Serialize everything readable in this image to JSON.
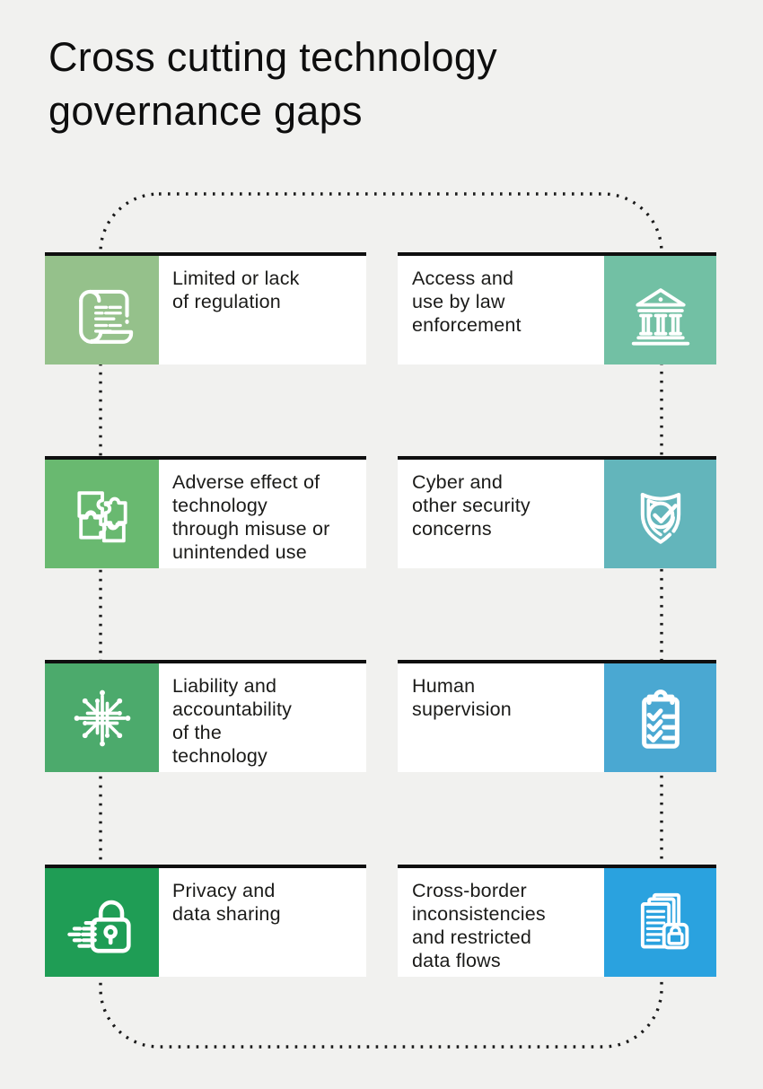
{
  "title": "Cross cutting technology\ngovernance gaps",
  "colors": {
    "background": "#f1f1ef",
    "box_background": "#ffffff",
    "box_top_border": "#0f0f0f",
    "text": "#1b1b19",
    "dotted_line": "#1a1a1a"
  },
  "boxes": [
    {
      "label": "Limited or lack\nof regulation",
      "icon": "scroll-icon",
      "color": "#95c18b",
      "side": "left"
    },
    {
      "label": "Access and\nuse by law\nenforcement",
      "icon": "bank-icon",
      "color": "#72c0a4",
      "side": "right"
    },
    {
      "label": "Adverse effect of\ntechnology\nthrough misuse or\nunintended use",
      "icon": "puzzle-icon",
      "color": "#69b970",
      "side": "left"
    },
    {
      "label": "Cyber and\nother security\nconcerns",
      "icon": "shield-check-icon",
      "color": "#63b5bb",
      "side": "right"
    },
    {
      "label": "Liability and\naccountability\nof the\ntechnology",
      "icon": "circuit-icon",
      "color": "#4caa6c",
      "side": "left"
    },
    {
      "label": "Human\nsupervision",
      "icon": "clipboard-check-icon",
      "color": "#4aa8d2",
      "side": "right"
    },
    {
      "label": "Privacy and\ndata sharing",
      "icon": "lock-icon",
      "color": "#1f9d55",
      "side": "left"
    },
    {
      "label": "Cross-border\ninconsistencies\nand restricted\ndata flows",
      "icon": "documents-lock-icon",
      "color": "#2aa2df",
      "side": "right"
    }
  ]
}
